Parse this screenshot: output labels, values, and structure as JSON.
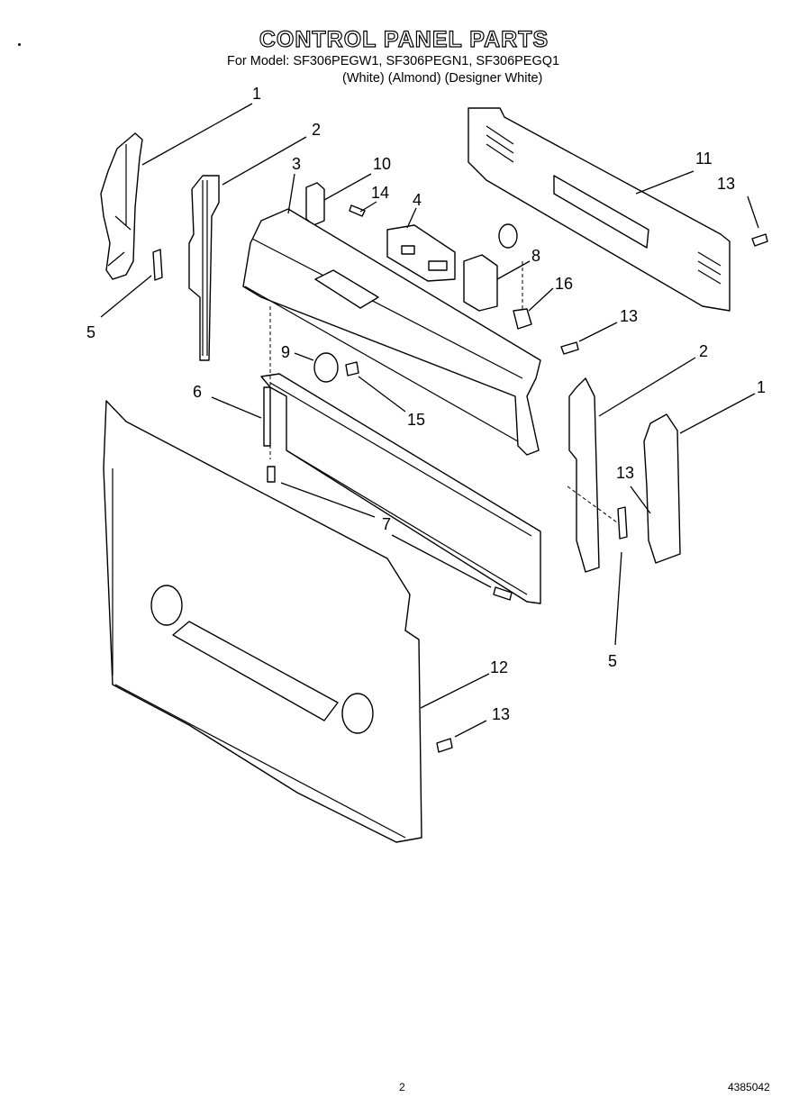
{
  "header": {
    "title": "CONTROL PANEL PARTS",
    "models_line": "For Model: SF306PEGW1, SF306PEGN1, SF306PEGQ1",
    "colors_line": "(White)    (Almond)  (Designer White)"
  },
  "footer": {
    "page_number": "2",
    "document_number": "4385042"
  },
  "callouts": [
    {
      "id": "c1a",
      "label": "1"
    },
    {
      "id": "c2a",
      "label": "2"
    },
    {
      "id": "c3",
      "label": "3"
    },
    {
      "id": "c10",
      "label": "10"
    },
    {
      "id": "c14",
      "label": "14"
    },
    {
      "id": "c4",
      "label": "4"
    },
    {
      "id": "c11",
      "label": "11"
    },
    {
      "id": "c13a",
      "label": "13"
    },
    {
      "id": "c5a",
      "label": "5"
    },
    {
      "id": "c8",
      "label": "8"
    },
    {
      "id": "c16",
      "label": "16"
    },
    {
      "id": "c13b",
      "label": "13"
    },
    {
      "id": "c9",
      "label": "9"
    },
    {
      "id": "c2b",
      "label": "2"
    },
    {
      "id": "c1b",
      "label": "1"
    },
    {
      "id": "c6",
      "label": "6"
    },
    {
      "id": "c15",
      "label": "15"
    },
    {
      "id": "c13c",
      "label": "13"
    },
    {
      "id": "c7",
      "label": "7"
    },
    {
      "id": "c5b",
      "label": "5"
    },
    {
      "id": "c12",
      "label": "12"
    },
    {
      "id": "c13d",
      "label": "13"
    }
  ]
}
